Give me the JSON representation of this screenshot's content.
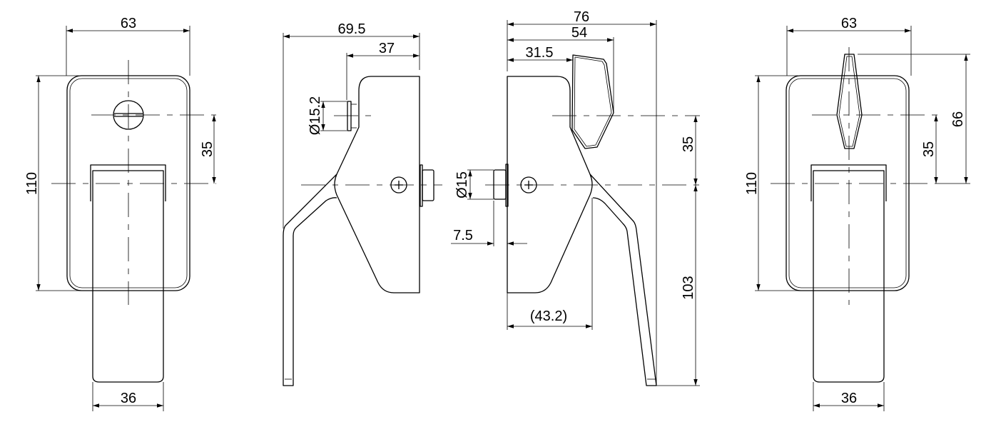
{
  "drawing": {
    "line_color": "#000000",
    "background": "#ffffff",
    "front_view": {
      "width_dim": "63",
      "height_dim": "110",
      "offset_dim": "35",
      "lever_width_dim": "36"
    },
    "left_side_view": {
      "overall_depth_dim": "69.5",
      "spindle_depth_dim": "37",
      "spindle_diameter_dim": "Ø15.2"
    },
    "right_side_view": {
      "overall_depth_dim": "76",
      "lever_depth_dim": "54",
      "knob_depth_dim": "31.5",
      "spindle_diameter_dim": "Ø15",
      "spindle_offset_dim": "7.5",
      "handle_reach_dim": "(43.2)",
      "offset_dim": "35",
      "lever_length_dim": "103"
    },
    "rear_view": {
      "width_dim": "63",
      "height_dim": "110",
      "offset_dim": "35",
      "knob_height_dim": "66",
      "lever_width_dim": "36"
    }
  }
}
